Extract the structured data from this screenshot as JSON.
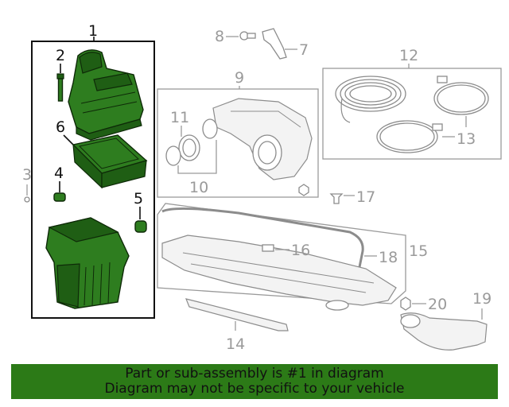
{
  "diagram": {
    "callouts": {
      "c1": "1",
      "c2": "2",
      "c3": "3",
      "c4": "4",
      "c5": "5",
      "c6": "6",
      "c7": "7",
      "c8": "8",
      "c9": "9",
      "c10": "10",
      "c11": "11",
      "c12": "12",
      "c13": "13",
      "c14": "14",
      "c15": "15",
      "c16": "16",
      "c17": "17",
      "c18": "18",
      "c19": "19",
      "c20": "20"
    },
    "highlight_color": "#2e7d1f",
    "line_color_active": "#111111",
    "line_color_inactive": "#9a9a9a"
  },
  "banner": {
    "line1": "Part or sub-assembly is #1 in diagram",
    "line2": "Diagram may not be specific to your vehicle",
    "background": "#2c7a17"
  }
}
